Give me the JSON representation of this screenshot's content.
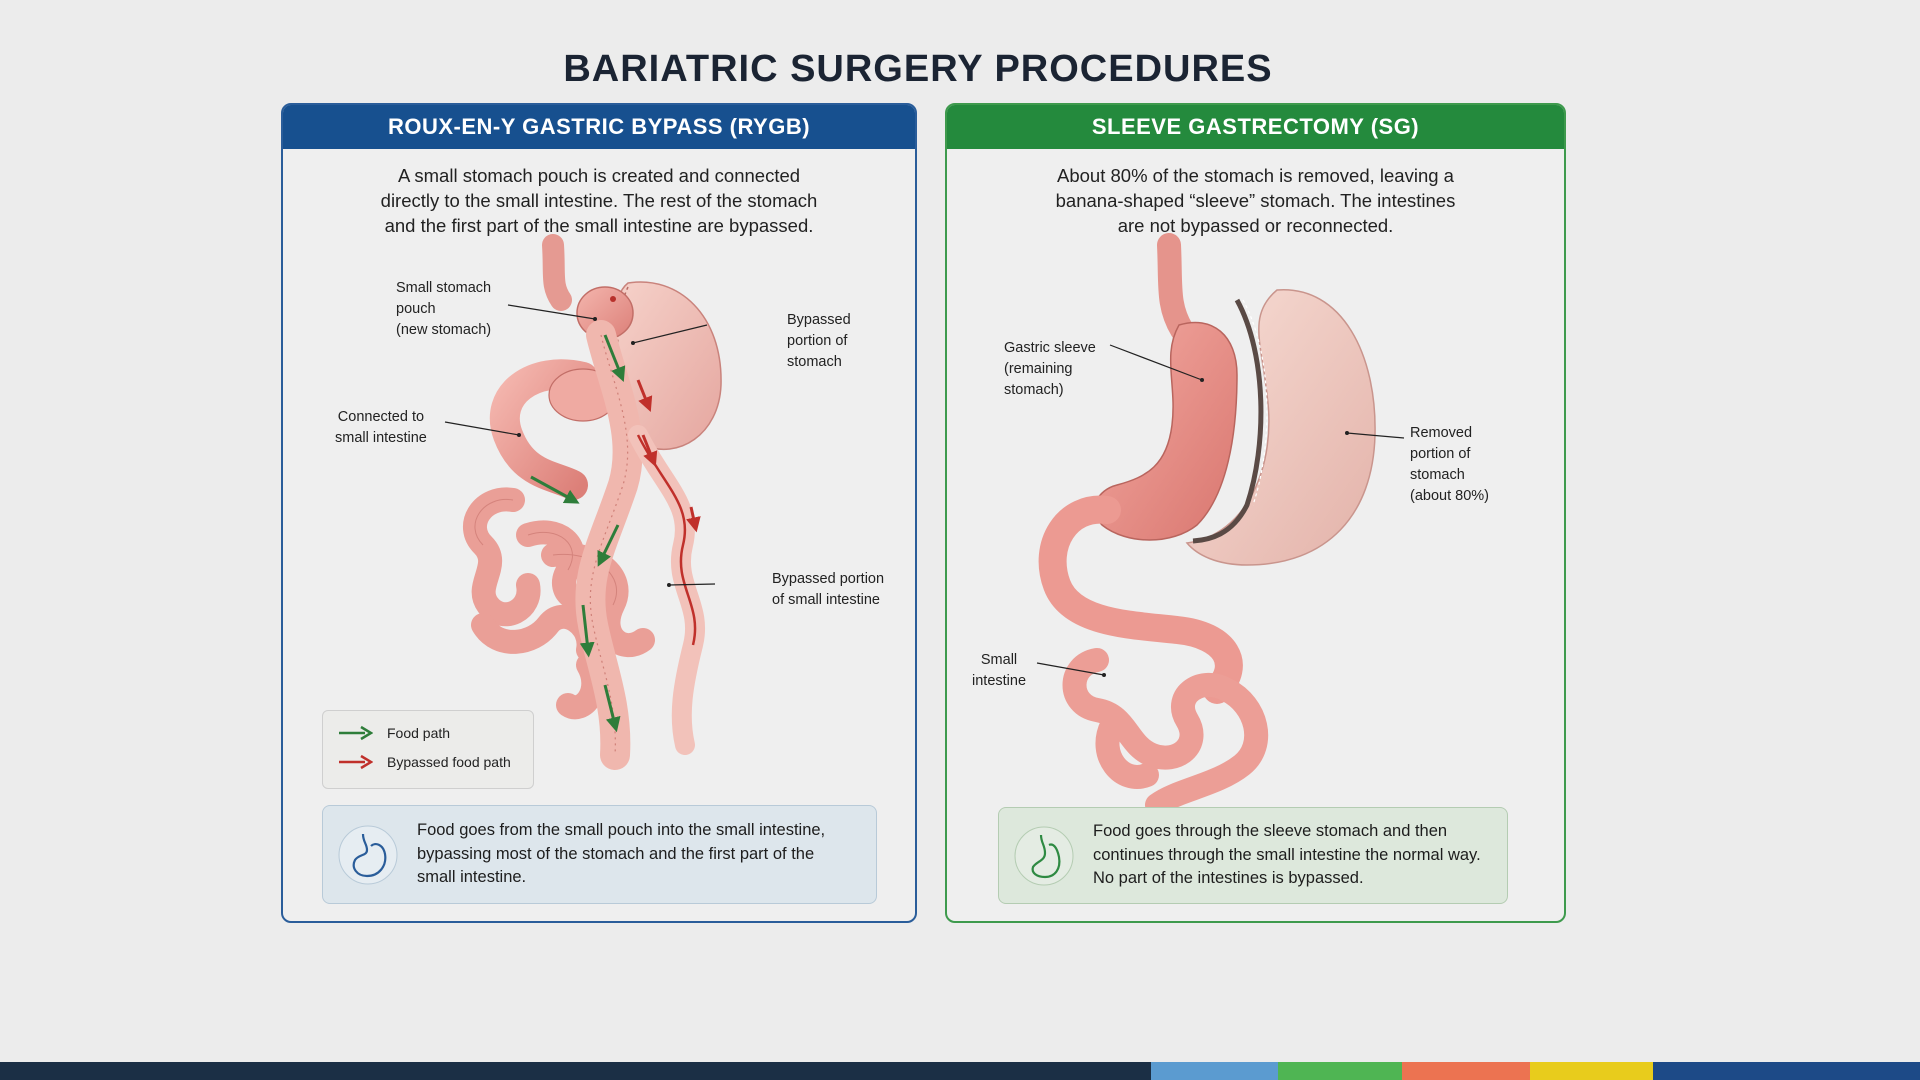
{
  "title": "BARIATRIC SURGERY PROCEDURES",
  "rygb": {
    "header": "ROUX-EN-Y GASTRIC BYPASS (RYGB)",
    "description": [
      "A small stomach pouch is created and connected",
      "directly to the small intestine. The rest of the stomach",
      "and the first part of the small intestine are bypassed."
    ],
    "labels": {
      "pouch": [
        "Small stomach",
        "pouch",
        "(new stomach)"
      ],
      "bypassed_stomach": [
        "Bypassed",
        "portion of",
        "stomach"
      ],
      "connected": [
        "Connected to",
        "small intestine"
      ],
      "bypassed_intestine": [
        "Bypassed portion",
        "of small intestine"
      ]
    },
    "legend": {
      "food_path": "Food path",
      "bypassed_path": "Bypassed food path"
    },
    "note": [
      "Food goes from the small pouch into the small intestine,",
      "bypassing most of the stomach and the first part of the",
      "small intestine."
    ]
  },
  "sg": {
    "header": "SLEEVE GASTRECTOMY (SG)",
    "description": [
      "About 80% of the stomach is removed, leaving a",
      "banana-shaped “sleeve” stomach. The intestines",
      "are not bypassed or reconnected."
    ],
    "labels": {
      "sleeve": [
        "Gastric sleeve",
        "(remaining",
        "stomach)"
      ],
      "removed": [
        "Removed",
        "portion of",
        "stomach",
        "(about 80%)"
      ],
      "intestine": [
        "Small",
        "intestine"
      ]
    },
    "note": [
      "Food goes through the sleeve stomach and then",
      "continues through the small intestine the normal way.",
      "No part of the intestines is bypassed."
    ]
  },
  "colors": {
    "rygb_header": "#17508f",
    "sg_header": "#248a3d",
    "food_path": "#2e7d3a",
    "bypassed_path": "#c0302b",
    "tissue": "#e8908a",
    "footer": [
      "#1b2f45",
      "#5b9bd0",
      "#4fb553",
      "#ec7351",
      "#e8cc1c",
      "#1d4a87"
    ]
  },
  "icons": [
    "stomach-icon",
    "arrow-icon"
  ]
}
